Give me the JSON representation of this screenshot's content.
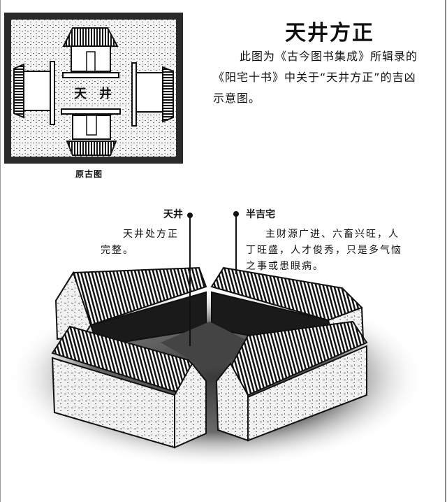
{
  "page": {
    "title": "天井方正",
    "intro": {
      "line1": "此图为《古今图书集成》所辑录的",
      "line2": "《阳宅十书》中关于“天井方正”的吉凶",
      "line3": "示意图。"
    }
  },
  "original_figure": {
    "center_label": "天井",
    "caption": "原古图"
  },
  "callouts": {
    "courtyard": {
      "label": "天井",
      "description_line1": "天井处方正",
      "description_line2": "完整。"
    },
    "house": {
      "label": "半吉宅",
      "description_line1": "主财源广进、六畜兴旺，人",
      "description_line2": "丁旺盛，人才俊秀，只是多气恼",
      "description_line3": "之事或患眼病。"
    }
  },
  "colors": {
    "ink": "#111111",
    "paper": "#ffffff",
    "speckle": "#555555"
  }
}
